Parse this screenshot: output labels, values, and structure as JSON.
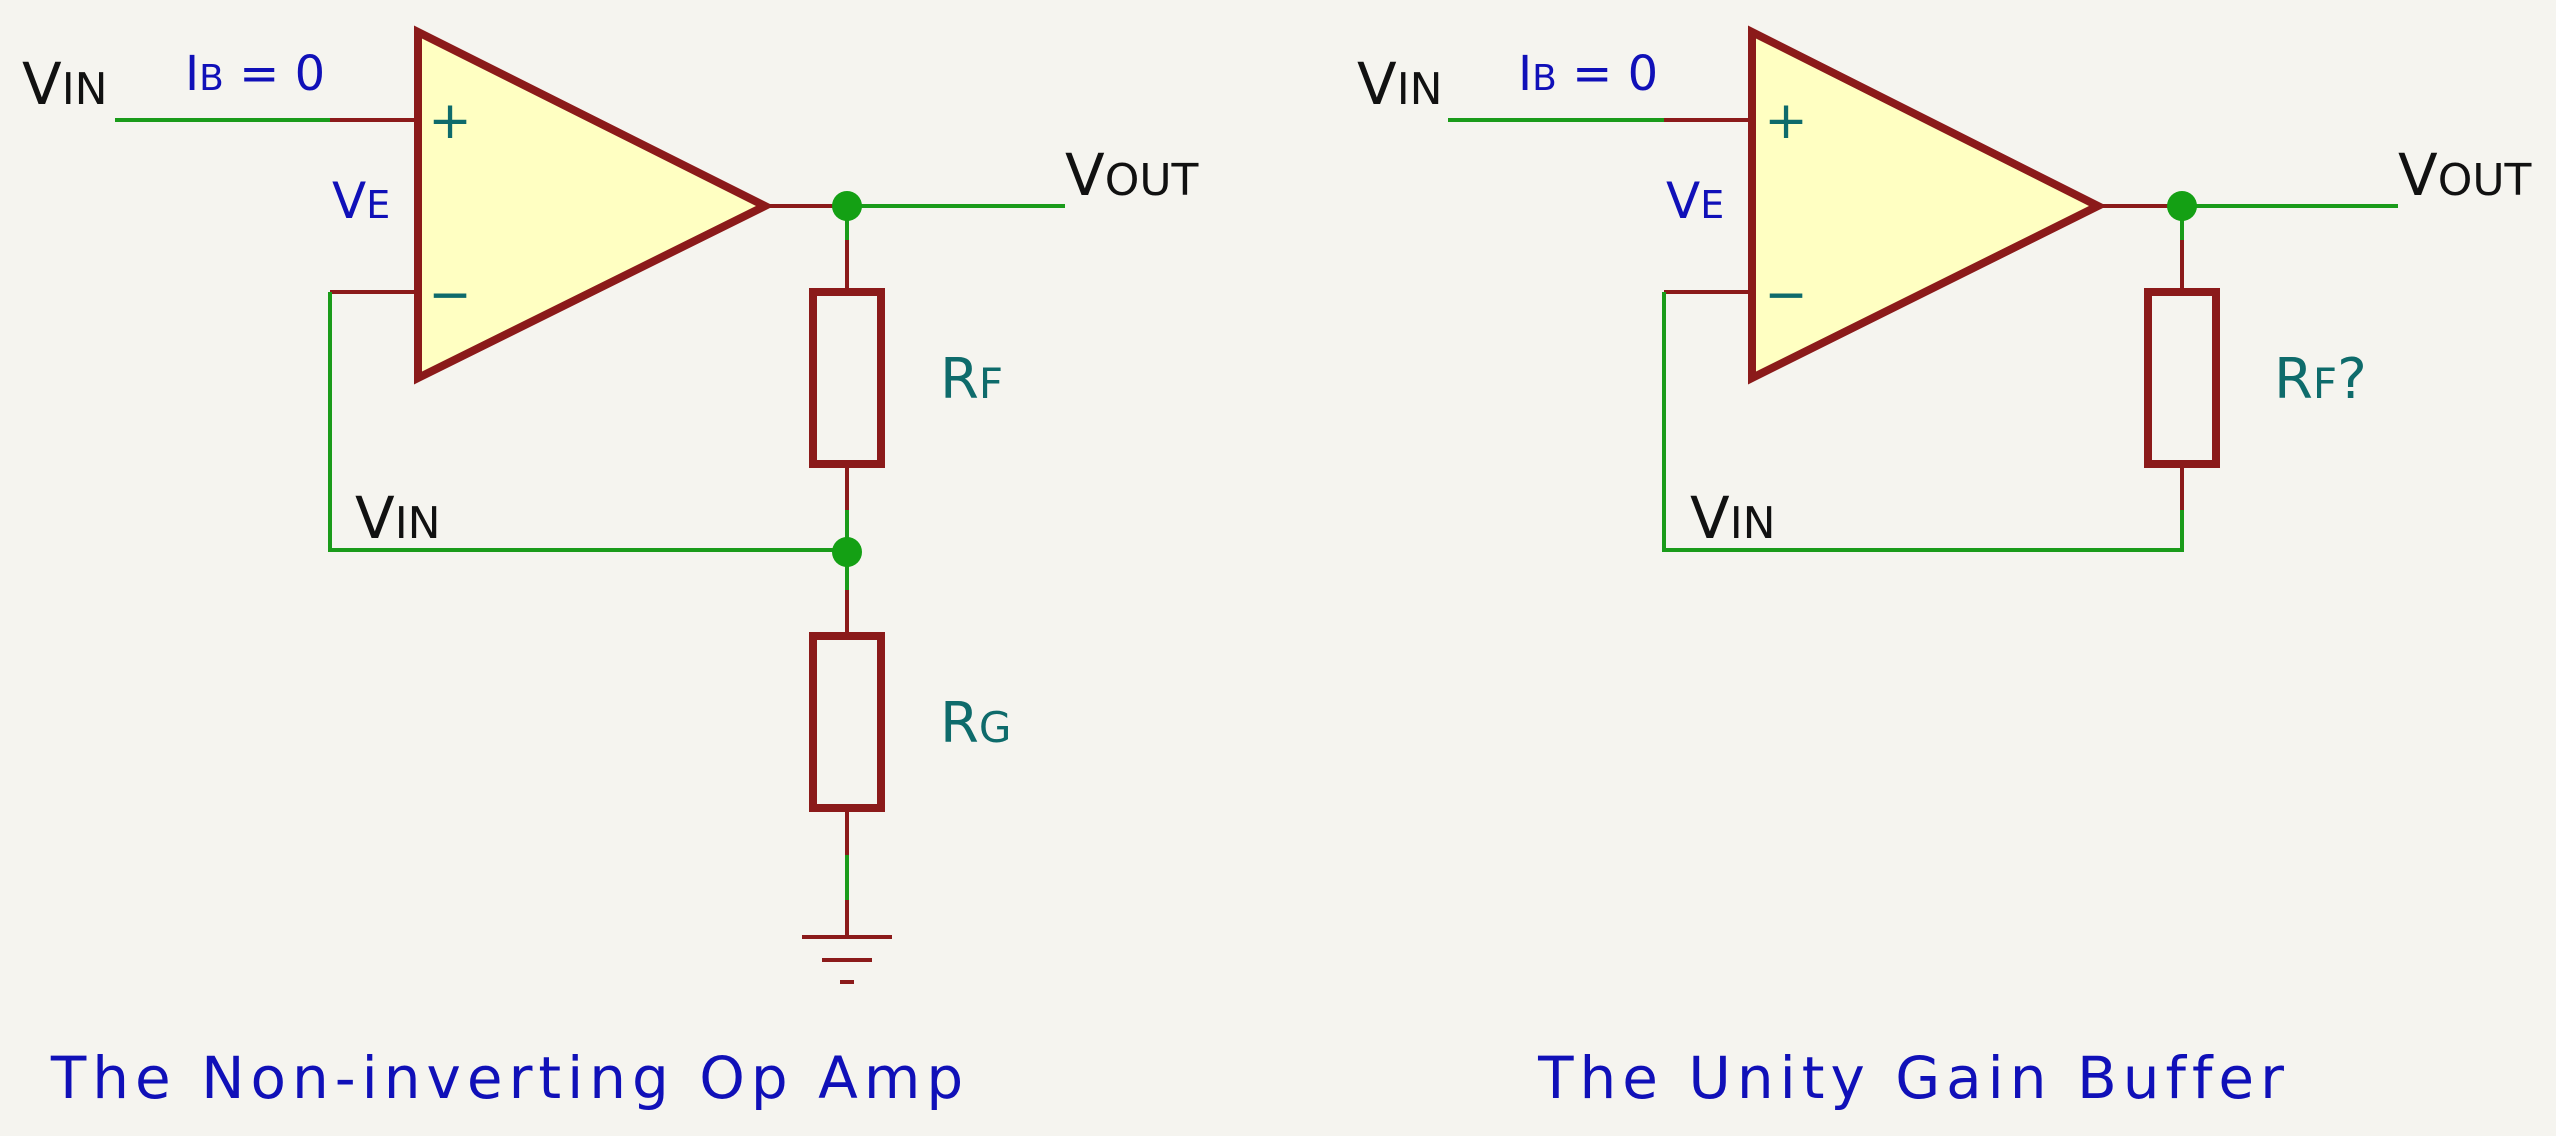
{
  "diagrams": [
    {
      "caption": "The Non-inverting Op Amp",
      "vin_left": {
        "main": "V",
        "sub": "IN"
      },
      "bias_current": {
        "main": "I",
        "sub": "B",
        "rest": " = 0"
      },
      "error_voltage": {
        "main": "V",
        "sub": "E"
      },
      "vin_feedback": {
        "main": "V",
        "sub": "IN"
      },
      "vout": {
        "main": "V",
        "sub": "OUT"
      },
      "rf": {
        "main": "R",
        "sub": "F",
        "rest": ""
      },
      "rg": {
        "main": "R",
        "sub": "G"
      },
      "plus_sign": "+",
      "minus_sign": "−"
    },
    {
      "caption": "The Unity Gain Buffer",
      "vin_left": {
        "main": "V",
        "sub": "IN"
      },
      "bias_current": {
        "main": "I",
        "sub": "B",
        "rest": " = 0"
      },
      "error_voltage": {
        "main": "V",
        "sub": "E"
      },
      "vin_feedback": {
        "main": "V",
        "sub": "IN"
      },
      "vout": {
        "main": "V",
        "sub": "OUT"
      },
      "rf": {
        "main": "R",
        "sub": "F",
        "rest": "?"
      },
      "plus_sign": "+",
      "minus_sign": "−"
    }
  ],
  "colors": {
    "background": "#f5f4ef",
    "wire": "#1a9b1a",
    "component": "#8b1a1a",
    "opamp_fill": "#ffffc2",
    "junction": "#14a014",
    "signal_label": "#111111",
    "annotation": "#1010b8",
    "value_label": "#0e6b6b"
  }
}
